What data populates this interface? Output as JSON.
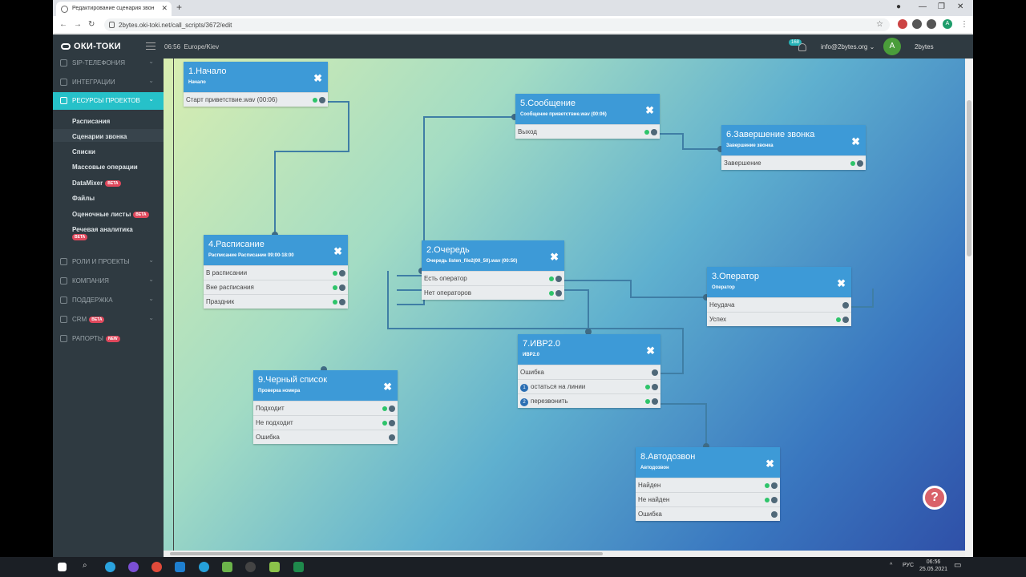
{
  "browser": {
    "tab_title": "Редактирование сценария звон",
    "url": "2bytes.oki-toki.net/call_scripts/3672/edit"
  },
  "header": {
    "logo": "ОКИ-ТОКИ",
    "time": "06:56",
    "timezone": "Europe/Kiev",
    "notif_count": "168",
    "email": "info@2bytes.org",
    "avatar_letter": "A",
    "username": "2bytes"
  },
  "sidebar": {
    "items": [
      {
        "label": "SIP-ТЕЛЕФОНИЯ"
      },
      {
        "label": "ИНТЕГРАЦИИ"
      },
      {
        "label": "РЕСУРСЫ ПРОЕКТОВ"
      },
      {
        "label": "РОЛИ И ПРОЕКТЫ"
      },
      {
        "label": "КОМПАНИЯ"
      },
      {
        "label": "ПОДДЕРЖКА"
      },
      {
        "label": "CRM"
      },
      {
        "label": "РАПОРТЫ"
      }
    ],
    "sub": [
      {
        "label": "Расписания"
      },
      {
        "label": "Сценарии звонка"
      },
      {
        "label": "Списки"
      },
      {
        "label": "Массовые операции"
      },
      {
        "label": "DataMixer"
      },
      {
        "label": "Файлы"
      },
      {
        "label": "Оценочные листы"
      },
      {
        "label": "Речевая аналитика"
      }
    ],
    "beta": "BETA",
    "new": "NEW"
  },
  "nodes": {
    "n1": {
      "title": "1.Начало",
      "sub": "Начало",
      "rows": [
        "Старт приветствие.wav (00:06)"
      ]
    },
    "n2": {
      "title": "2.Очередь",
      "sub": "Очередь listen_file2(00_50).wav (00:50)",
      "rows": [
        "Есть оператор",
        "Нет операторов"
      ]
    },
    "n3": {
      "title": "3.Оператор",
      "sub": "Оператор",
      "rows": [
        "Неудача",
        "Успех"
      ]
    },
    "n4": {
      "title": "4.Расписание",
      "sub": "Расписание Расписание 09:00-18:00",
      "rows": [
        "В расписании",
        "Вне расписания",
        "Праздник"
      ]
    },
    "n5": {
      "title": "5.Сообщение",
      "sub": "Сообщение приветствие.wav (00:06)",
      "rows": [
        "Выход"
      ]
    },
    "n6": {
      "title": "6.Завершение звонка",
      "sub": "Завершение звонка",
      "rows": [
        "Завершение"
      ]
    },
    "n7": {
      "title": "7.ИВР2.0",
      "sub": "ИВР2.0",
      "rows": [
        "Ошибка",
        "остаться на линии",
        "перезвонить"
      ],
      "nums": [
        "1",
        "2"
      ]
    },
    "n8": {
      "title": "8.Автодозвон",
      "sub": "Автодозвон",
      "rows": [
        "Найден",
        "Не найден",
        "Ошибка"
      ]
    },
    "n9": {
      "title": "9.Черный список",
      "sub": "Проверка номера",
      "rows": [
        "Подходит",
        "Не подходит",
        "Ошибка"
      ]
    }
  },
  "help_label": "?",
  "taskbar": {
    "lang": "РУС",
    "time": "06:56",
    "date": "25.05.2021"
  },
  "colors": {
    "accent": "#26c1c9",
    "node_header": "#3d9ad7",
    "port_ok": "#2ec46a",
    "sidebar": "#2f3a41"
  }
}
